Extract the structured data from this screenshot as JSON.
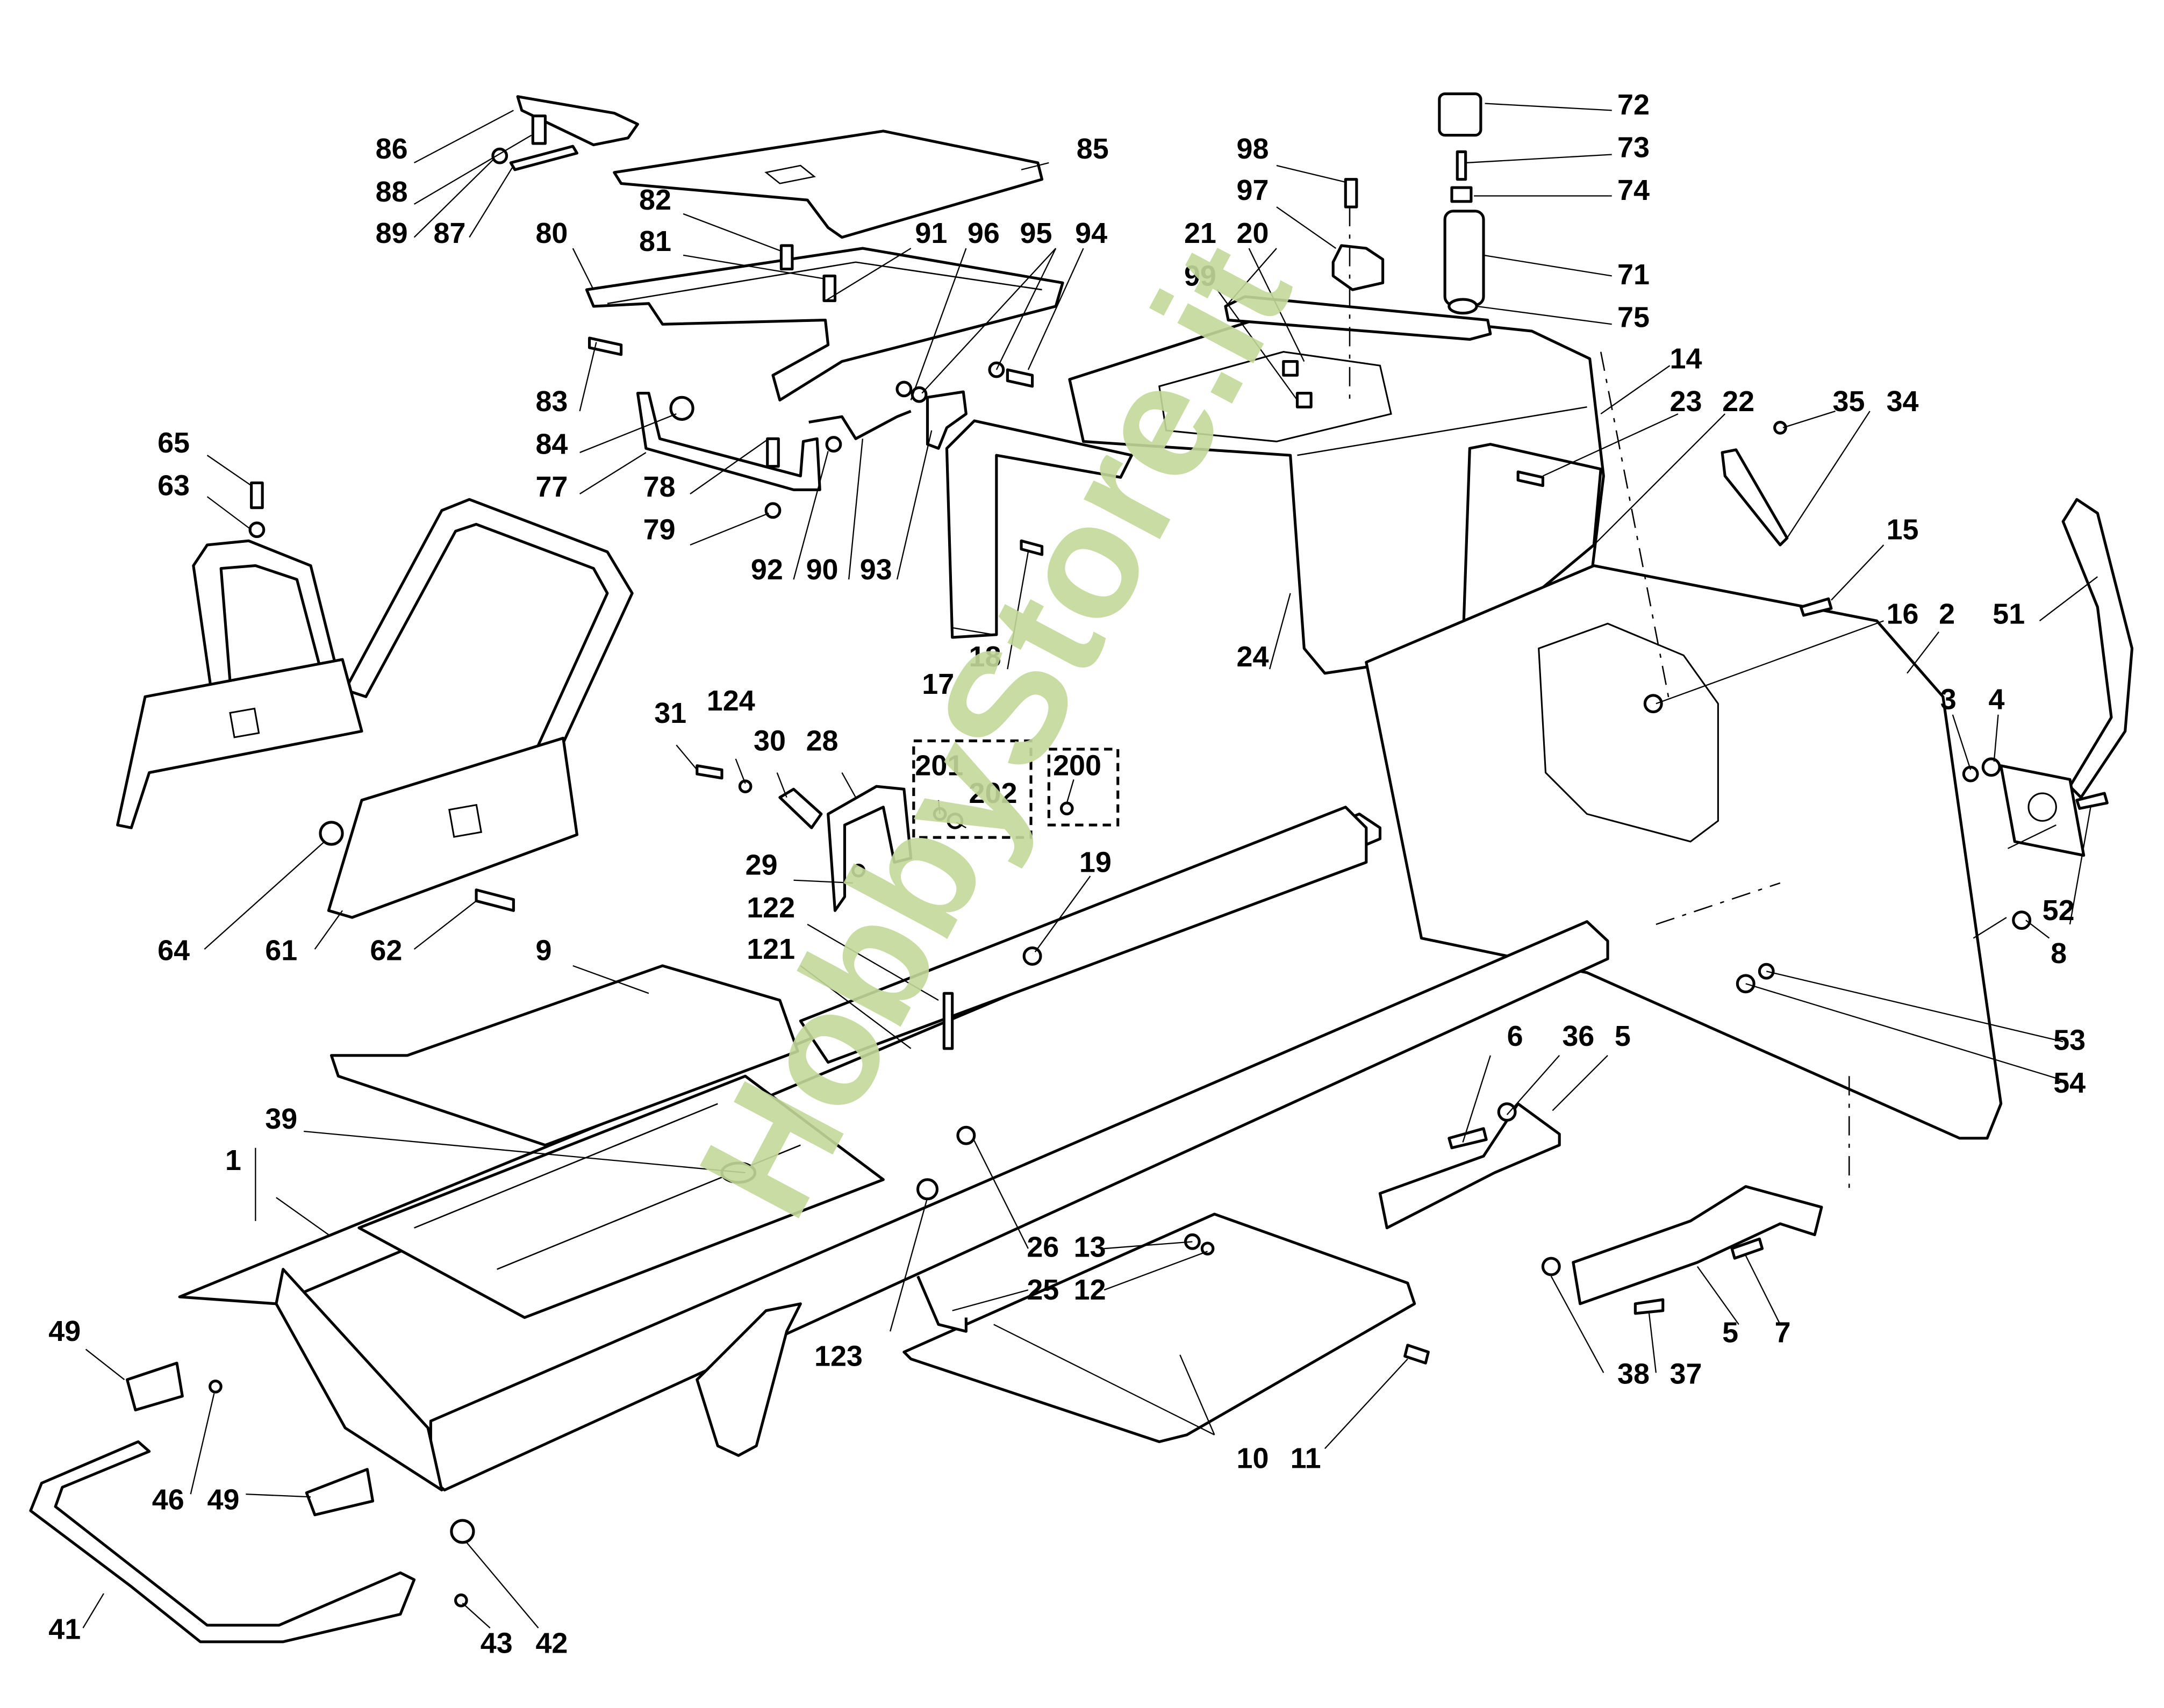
{
  "diagram": {
    "type": "exploded-parts-view",
    "subject": "Ride-on mower chassis / frame assembly",
    "watermark": "HobbyStore.it",
    "callouts": [
      "1",
      "2",
      "3",
      "4",
      "5",
      "5",
      "6",
      "7",
      "8",
      "9",
      "10",
      "11",
      "12",
      "13",
      "14",
      "15",
      "16",
      "17",
      "18",
      "19",
      "20",
      "21",
      "22",
      "23",
      "24",
      "25",
      "26",
      "28",
      "29",
      "30",
      "31",
      "34",
      "35",
      "36",
      "37",
      "38",
      "39",
      "41",
      "42",
      "43",
      "46",
      "49",
      "49",
      "51",
      "52",
      "53",
      "54",
      "61",
      "62",
      "63",
      "64",
      "65",
      "71",
      "72",
      "73",
      "74",
      "75",
      "77",
      "78",
      "79",
      "80",
      "81",
      "82",
      "83",
      "84",
      "85",
      "86",
      "87",
      "88",
      "89",
      "90",
      "91",
      "92",
      "93",
      "94",
      "95",
      "96",
      "97",
      "98",
      "99",
      "121",
      "122",
      "123",
      "124",
      "200",
      "201",
      "202"
    ],
    "optional_groups": [
      {
        "items": [
          "201",
          "202"
        ]
      },
      {
        "items": [
          "200"
        ]
      }
    ],
    "colors": {
      "line": "#000000",
      "background": "#ffffff",
      "watermark": "#c3d99b"
    }
  }
}
